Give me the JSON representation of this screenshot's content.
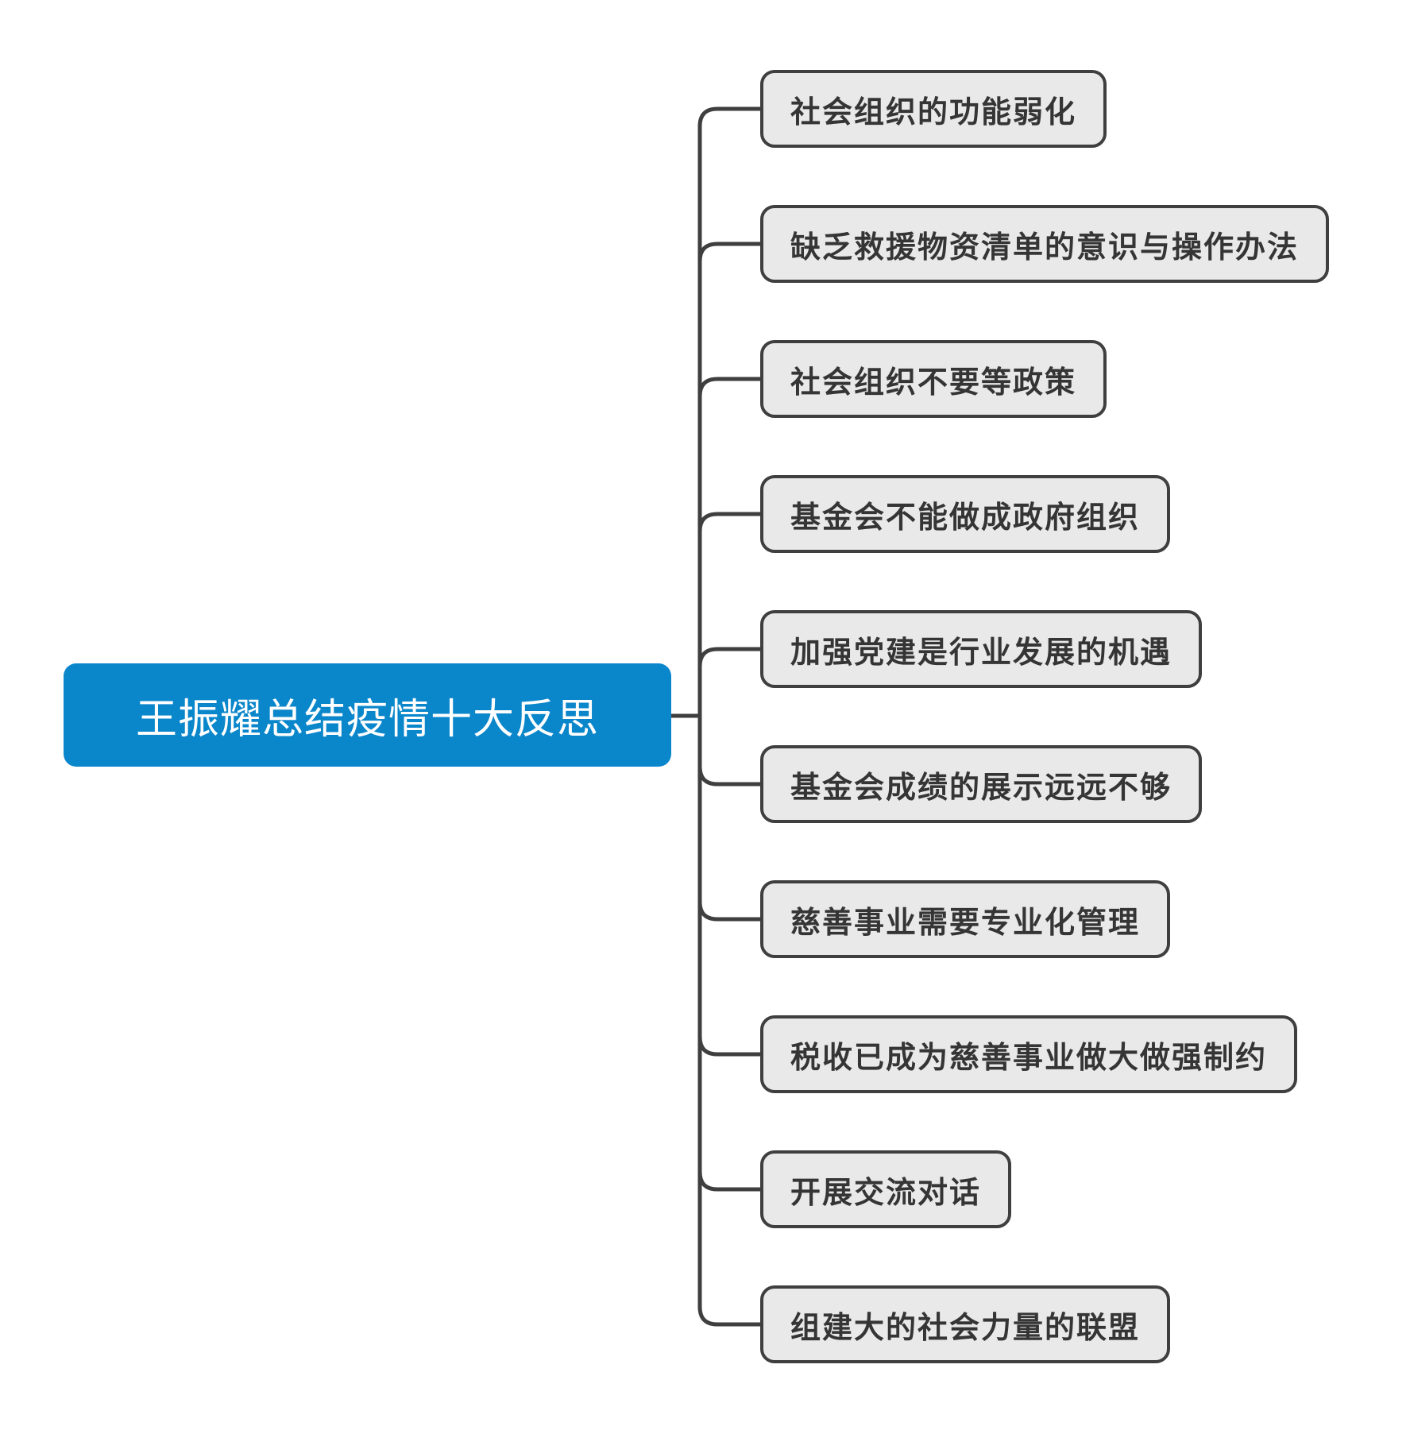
{
  "diagram": {
    "type": "mindmap",
    "root": {
      "label": "王振耀总结疫情十大反思"
    },
    "children": [
      {
        "label": "社会组织的功能弱化"
      },
      {
        "label": "缺乏救援物资清单的意识与操作办法"
      },
      {
        "label": "社会组织不要等政策"
      },
      {
        "label": "基金会不能做成政府组织"
      },
      {
        "label": "加强党建是行业发展的机遇"
      },
      {
        "label": "基金会成绩的展示远远不够"
      },
      {
        "label": "慈善事业需要专业化管理"
      },
      {
        "label": "税收已成为慈善事业做大做强制约"
      },
      {
        "label": "开展交流对话"
      },
      {
        "label": "组建大的社会力量的联盟"
      }
    ],
    "colors": {
      "background": "#ffffff",
      "root_fill": "#0a86cb",
      "root_text": "#ffffff",
      "child_fill": "#e9e9e9",
      "child_border": "#3f3f3f",
      "child_text": "#353535",
      "connector": "#3f3f3f"
    }
  }
}
